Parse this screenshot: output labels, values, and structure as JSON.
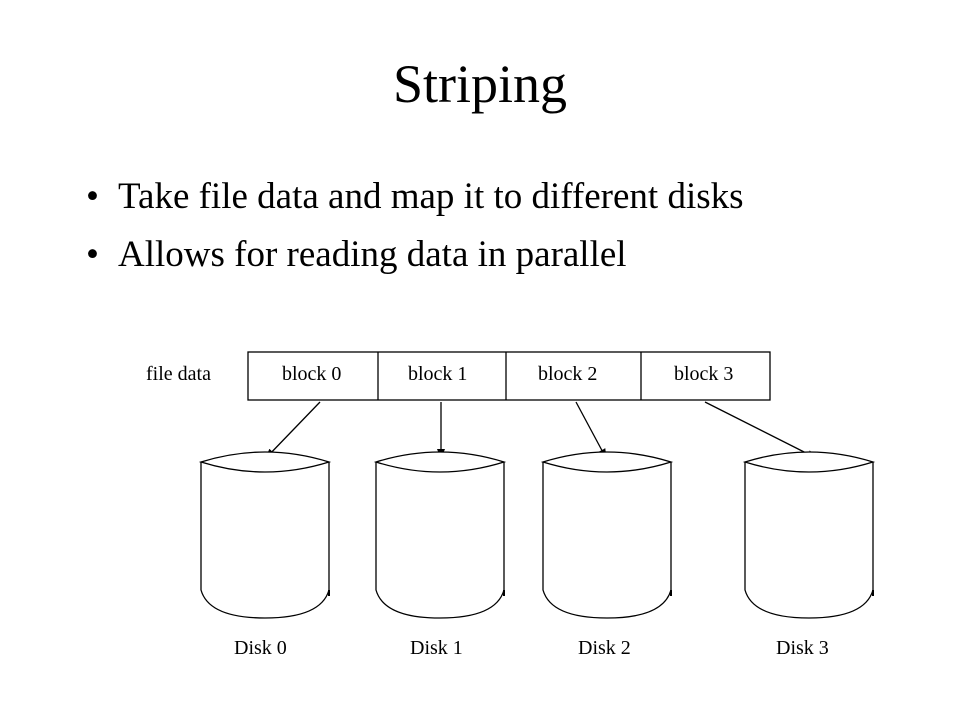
{
  "slide": {
    "title": "Striping",
    "bullets": [
      "Take file data and map it to different disks",
      "Allows for reading data in parallel"
    ],
    "bullet_glyph": "•"
  },
  "diagram": {
    "file_label": "file data",
    "blocks": [
      "block 0",
      "block 1",
      "block 2",
      "block 3"
    ],
    "disks": [
      "Disk 0",
      "Disk 1",
      "Disk 2",
      "Disk 3"
    ],
    "mapping": [
      {
        "from": "block 0",
        "to": "Disk 0"
      },
      {
        "from": "block 1",
        "to": "Disk 1"
      },
      {
        "from": "block 2",
        "to": "Disk 2"
      },
      {
        "from": "block 3",
        "to": "Disk 3"
      }
    ]
  }
}
